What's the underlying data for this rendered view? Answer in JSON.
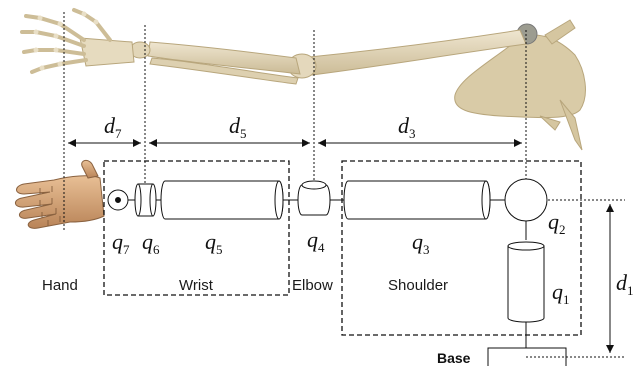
{
  "regions": {
    "hand": "Hand",
    "wrist": "Wrist",
    "elbow": "Elbow",
    "shoulder": "Shoulder",
    "base": "Base"
  },
  "link_lengths": [
    {
      "sym": "d",
      "sub": "7"
    },
    {
      "sym": "d",
      "sub": "5"
    },
    {
      "sym": "d",
      "sub": "3"
    },
    {
      "sym": "d",
      "sub": "1"
    }
  ],
  "joints": [
    {
      "sym": "q",
      "sub": "7"
    },
    {
      "sym": "q",
      "sub": "6"
    },
    {
      "sym": "q",
      "sub": "5"
    },
    {
      "sym": "q",
      "sub": "4"
    },
    {
      "sym": "q",
      "sub": "3"
    },
    {
      "sym": "q",
      "sub": "2"
    },
    {
      "sym": "q",
      "sub": "1"
    }
  ],
  "colors": {
    "bone": "#e6dcc4",
    "bone_shadow": "#c9b994",
    "scapula": "#d8caa6",
    "hand_skin": "#d6a77a",
    "line": "#111111"
  }
}
